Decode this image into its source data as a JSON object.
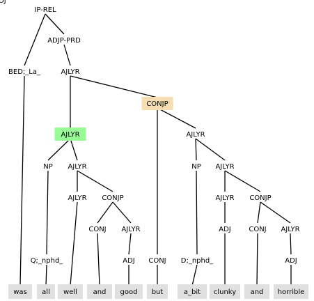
{
  "tree": {
    "nodes": [
      {
        "id": "n0",
        "label": "IP-REL"
      },
      {
        "id": "n1",
        "label": "ADJP-PRD"
      },
      {
        "id": "n2",
        "label": "BED;_La_"
      },
      {
        "id": "n3",
        "label": "AJLYR"
      },
      {
        "id": "n4",
        "label": "CONJP",
        "highlight": "#f5deb3"
      },
      {
        "id": "n5",
        "label": "AJLYR",
        "highlight": "#98fb98"
      },
      {
        "id": "n6",
        "label": "AJLYR"
      },
      {
        "id": "n7",
        "label": "NP"
      },
      {
        "id": "n8",
        "label": "AJLYR"
      },
      {
        "id": "n9",
        "label": "NP"
      },
      {
        "id": "n10",
        "label": "AJLYR"
      },
      {
        "id": "n11",
        "label": "AJLYR"
      },
      {
        "id": "n12",
        "label": "CONJP"
      },
      {
        "id": "n13",
        "label": "AJLYR"
      },
      {
        "id": "n14",
        "label": "CONJP"
      },
      {
        "id": "n15",
        "label": "CONJ"
      },
      {
        "id": "n16",
        "label": "AJLYR"
      },
      {
        "id": "n17",
        "label": "ADJ"
      },
      {
        "id": "n18",
        "label": "CONJ"
      },
      {
        "id": "n19",
        "label": "AJLYR"
      },
      {
        "id": "n20",
        "label": "Q;_nphd_"
      },
      {
        "id": "n21",
        "label": "ADJ"
      },
      {
        "id": "n22",
        "label": "ADJ"
      },
      {
        "id": "n23",
        "label": "CONJ"
      },
      {
        "id": "n24",
        "label": "D;_nphd_"
      },
      {
        "id": "n25",
        "label": "ADJ"
      }
    ],
    "leaves": [
      {
        "id": "w0",
        "label": "was"
      },
      {
        "id": "w1",
        "label": "all"
      },
      {
        "id": "w2",
        "label": "well"
      },
      {
        "id": "w3",
        "label": "and"
      },
      {
        "id": "w4",
        "label": "good"
      },
      {
        "id": "w5",
        "label": "but"
      },
      {
        "id": "w6",
        "label": "a_bit"
      },
      {
        "id": "w7",
        "label": "clunky"
      },
      {
        "id": "w8",
        "label": "and"
      },
      {
        "id": "w9",
        "label": "horrible"
      }
    ],
    "edges": [
      [
        "n0",
        "n2"
      ],
      [
        "n0",
        "n1"
      ],
      [
        "n1",
        "n3"
      ],
      [
        "n3",
        "n5"
      ],
      [
        "n3",
        "n4"
      ],
      [
        "n2",
        "w0"
      ],
      [
        "n5",
        "n7"
      ],
      [
        "n5",
        "n8"
      ],
      [
        "n7",
        "n20"
      ],
      [
        "n20",
        "w1"
      ],
      [
        "n8",
        "n11"
      ],
      [
        "n8",
        "n12"
      ],
      [
        "n11",
        "w2"
      ],
      [
        "n12",
        "n15"
      ],
      [
        "n12",
        "n16"
      ],
      [
        "n15",
        "w3"
      ],
      [
        "n16",
        "n21"
      ],
      [
        "n21",
        "w4"
      ],
      [
        "n4",
        "n18"
      ],
      [
        "n4",
        "n6"
      ],
      [
        "n18",
        "w5"
      ],
      [
        "n6",
        "n9"
      ],
      [
        "n6",
        "n10"
      ],
      [
        "n9",
        "n24"
      ],
      [
        "n24",
        "w6"
      ],
      [
        "n10",
        "n13"
      ],
      [
        "n10",
        "n14"
      ],
      [
        "n13",
        "n22"
      ],
      [
        "n22",
        "w7"
      ],
      [
        "n14",
        "n23"
      ],
      [
        "n14",
        "n19"
      ],
      [
        "n23",
        "w8"
      ],
      [
        "n19",
        "n25"
      ],
      [
        "n25",
        "w9"
      ]
    ],
    "colors": {
      "leaf_box": "#e0e0e0",
      "line": "#000000"
    }
  }
}
